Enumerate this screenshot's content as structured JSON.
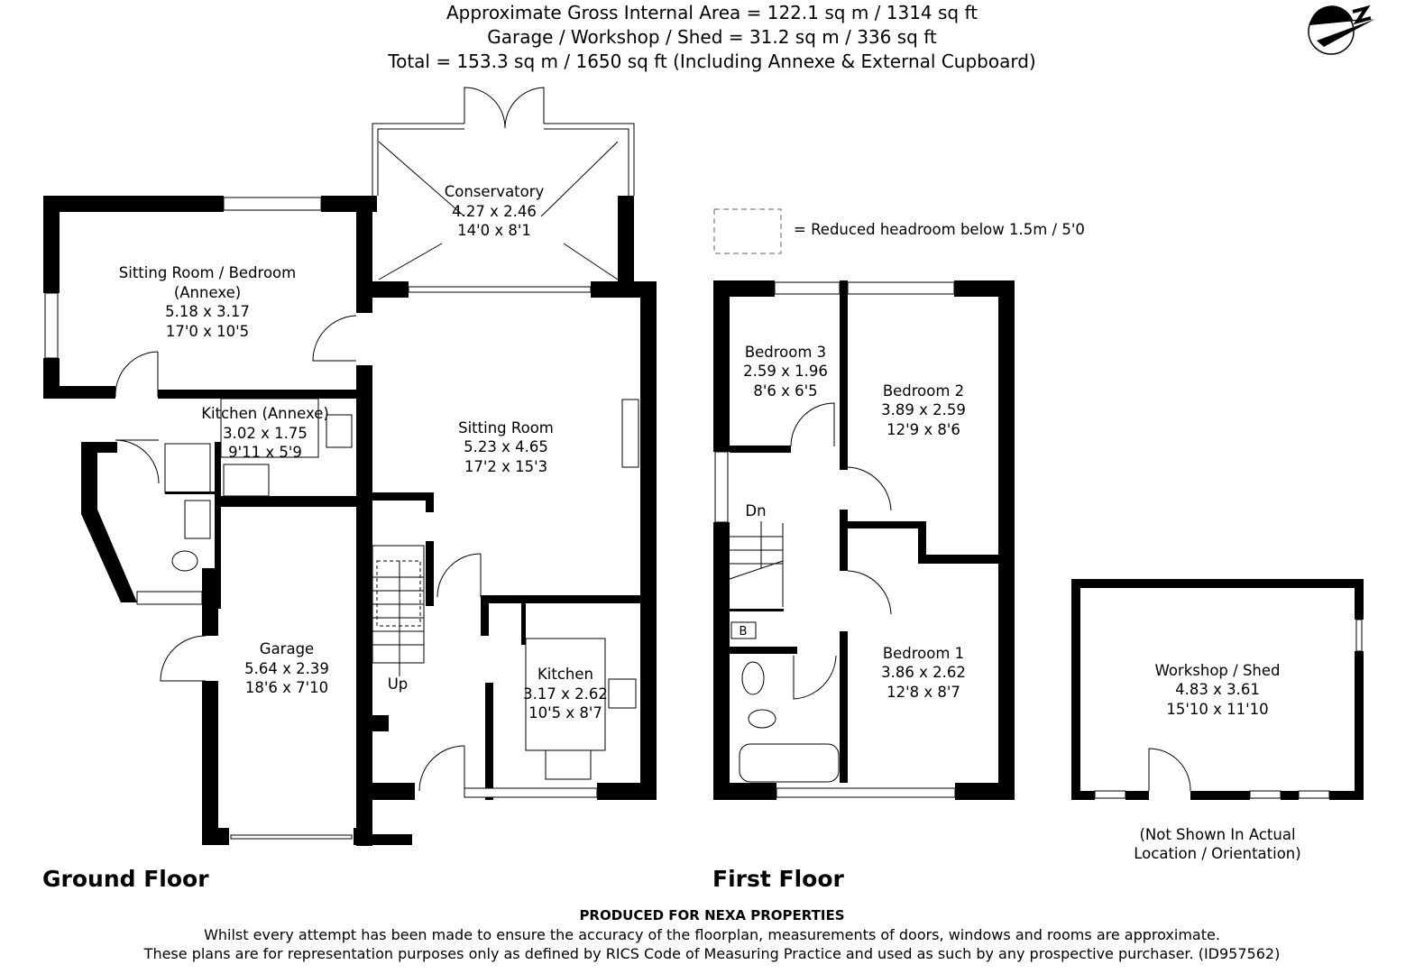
{
  "header": {
    "line1": "Approximate Gross Internal Area = 122.1 sq m / 1314 sq ft",
    "line2": "Garage / Workshop / Shed = 31.2 sq m / 336 sq ft",
    "line3": "Total = 153.3 sq m / 1650 sq ft (Including Annexe & External Cupboard)"
  },
  "compass": {
    "icon": "north-arrow-icon",
    "label": "N"
  },
  "legend": {
    "text": "= Reduced headroom below 1.5m / 5'0"
  },
  "ground_floor": {
    "title": "Ground Floor",
    "rooms": [
      {
        "name": "Conservatory",
        "metric": "4.27 x 2.46",
        "imperial": "14'0 x 8'1"
      },
      {
        "name": "Sitting Room / Bedroom",
        "name2": "(Annexe)",
        "metric": "5.18 x 3.17",
        "imperial": "17'0 x 10'5"
      },
      {
        "name": "Kitchen (Annexe)",
        "metric": "3.02 x 1.75",
        "imperial": "9'11 x 5'9"
      },
      {
        "name": "Sitting Room",
        "metric": "5.23 x 4.65",
        "imperial": "17'2 x 15'3"
      },
      {
        "name": "Garage",
        "metric": "5.64 x 2.39",
        "imperial": "18'6 x 7'10"
      },
      {
        "name": "Kitchen",
        "metric": "3.17 x 2.62",
        "imperial": "10'5 x 8'7"
      }
    ],
    "stairs_label": "Up"
  },
  "first_floor": {
    "title": "First Floor",
    "rooms": [
      {
        "name": "Bedroom 3",
        "metric": "2.59 x 1.96",
        "imperial": "8'6 x 6'5"
      },
      {
        "name": "Bedroom 2",
        "metric": "3.89 x 2.59",
        "imperial": "12'9 x 8'6"
      },
      {
        "name": "Bedroom 1",
        "metric": "3.86 x 2.62",
        "imperial": "12'8 x 8'7"
      }
    ],
    "stairs_label": "Dn",
    "boiler_label": "B"
  },
  "workshop": {
    "name": "Workshop / Shed",
    "metric": "4.83 x 3.61",
    "imperial": "15'10 x 11'10",
    "note1": "(Not Shown In Actual",
    "note2": "Location / Orientation)"
  },
  "footer": {
    "produced": "PRODUCED FOR NEXA PROPERTIES",
    "disclaimer1": "Whilst every attempt has been made to ensure the accuracy of the floorplan, measurements of doors, windows and rooms are approximate.",
    "disclaimer2": "These plans are for representation purposes only as defined by RICS Code of Measuring Practice and used as such by any prospective purchaser. (ID957562)"
  }
}
